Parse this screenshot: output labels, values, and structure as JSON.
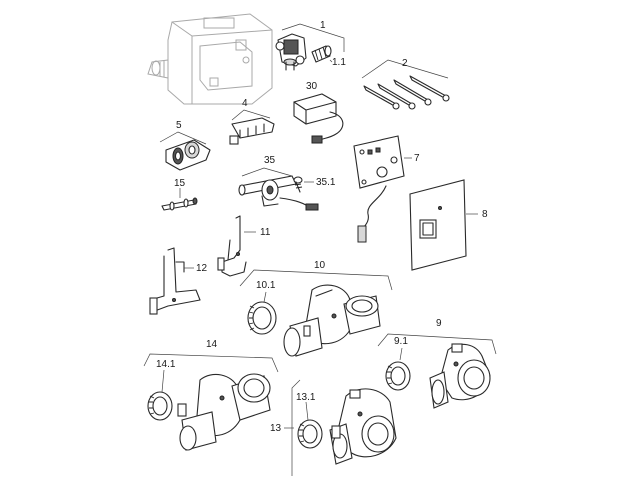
{
  "diagram": {
    "labels": {
      "p1": "1",
      "p1_1": "1.1",
      "p2": "2",
      "p30": "30",
      "p4": "4",
      "p5": "5",
      "p35": "35",
      "p35_1": "35.1",
      "p7": "7",
      "p15": "15",
      "p8": "8",
      "p11": "11",
      "p12": "12",
      "p10": "10",
      "p10_1": "10.1",
      "p9": "9",
      "p9_1": "9.1",
      "p14": "14",
      "p14_1": "14.1",
      "p13_1": "13.1",
      "p13": "13"
    }
  }
}
